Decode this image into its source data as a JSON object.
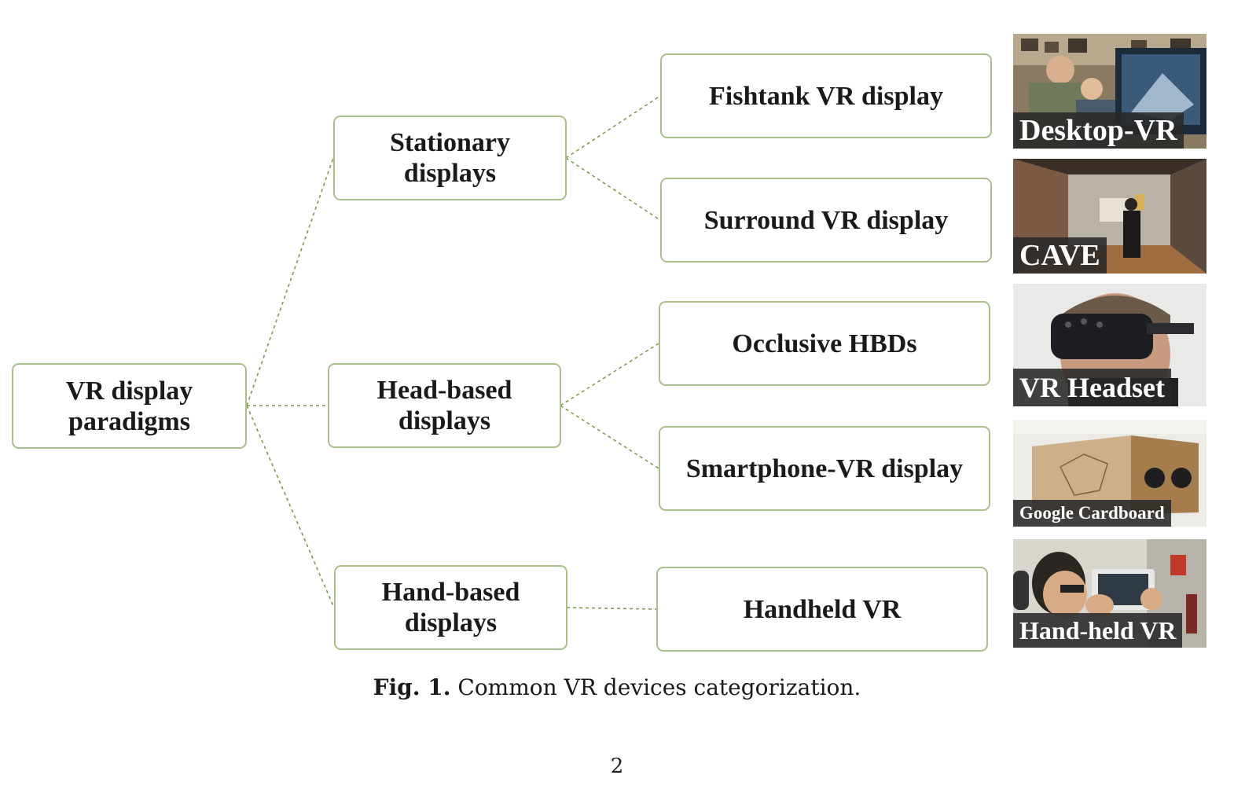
{
  "diagram": {
    "root": {
      "lines": [
        "VR display",
        "paradigms"
      ]
    },
    "categories": [
      {
        "lines": [
          "Stationary",
          "displays"
        ]
      },
      {
        "lines": [
          "Head-based",
          "displays"
        ]
      },
      {
        "lines": [
          "Hand-based",
          "displays"
        ]
      }
    ],
    "leaves": [
      {
        "label": "Fishtank VR display"
      },
      {
        "label": "Surround VR display"
      },
      {
        "label": "Occlusive HBDs"
      },
      {
        "label": "Smartphone-VR display"
      },
      {
        "label": "Handheld VR"
      }
    ],
    "photos": [
      {
        "label": "Desktop-VR"
      },
      {
        "label": "CAVE"
      },
      {
        "label": "VR Headset"
      },
      {
        "label": "Google Cardboard"
      },
      {
        "label": "Hand-held VR"
      }
    ],
    "colors": {
      "box_border": "#a9c08a",
      "connector": "#7f9a55",
      "label_bg": "#2c2c2c"
    }
  },
  "caption": {
    "prefix": "Fig. 1.",
    "text": "Common VR devices categorization."
  },
  "page_number": "2"
}
